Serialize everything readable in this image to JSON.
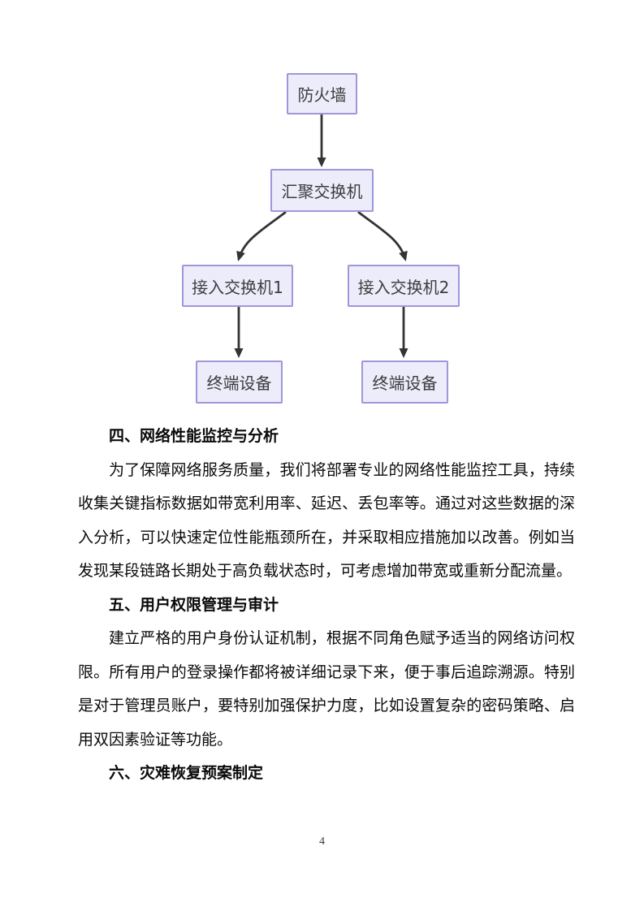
{
  "page": {
    "number": "4"
  },
  "diagram": {
    "title": "network-topology",
    "nodes": [
      {
        "id": "firewall",
        "label": "防火墙"
      },
      {
        "id": "aggregation-switch",
        "label": "汇聚交换机"
      },
      {
        "id": "access-switch-1",
        "label": "接入交换机1"
      },
      {
        "id": "access-switch-2",
        "label": "接入交换机2"
      },
      {
        "id": "terminal-device-1",
        "label": "终端设备"
      },
      {
        "id": "terminal-device-2",
        "label": "终端设备"
      }
    ],
    "edges": [
      {
        "from": "firewall",
        "to": "aggregation-switch"
      },
      {
        "from": "aggregation-switch",
        "to": "access-switch-1"
      },
      {
        "from": "aggregation-switch",
        "to": "access-switch-2"
      },
      {
        "from": "access-switch-1",
        "to": "terminal-device-1"
      },
      {
        "from": "access-switch-2",
        "to": "terminal-device-2"
      }
    ],
    "colors": {
      "node_fill": "#ececfb",
      "node_border": "#9f96dc",
      "arrow": "#333333",
      "node_text": "#3d3d3d"
    }
  },
  "document": {
    "sections": [
      {
        "heading": "四、网络性能监控与分析",
        "paragraphs": [
          "为了保障网络服务质量，我们将部署专业的网络性能监控工具，持续收集关键指标数据如带宽利用率、延迟、丢包率等。通过对这些数据的深入分析，可以快速定位性能瓶颈所在，并采取相应措施加以改善。例如当发现某段链路长期处于高负载状态时，可考虑增加带宽或重新分配流量。"
        ]
      },
      {
        "heading": "五、用户权限管理与审计",
        "paragraphs": [
          "建立严格的用户身份认证机制，根据不同角色赋予适当的网络访问权限。所有用户的登录操作都将被详细记录下来，便于事后追踪溯源。特别是对于管理员账户，要特别加强保护力度，比如设置复杂的密码策略、启用双因素验证等功能。"
        ]
      },
      {
        "heading": "六、灾难恢复预案制定",
        "paragraphs": []
      }
    ]
  }
}
